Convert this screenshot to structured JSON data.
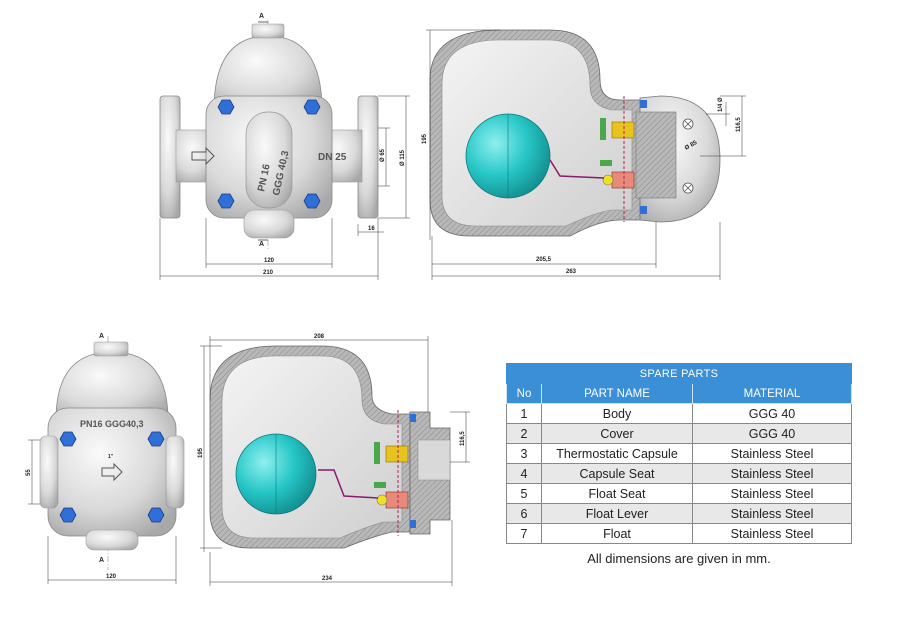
{
  "view1": {
    "section_mark_top": "A",
    "section_mark_bottom": "A",
    "body_marking_pn": "PN 16",
    "body_marking_material": "GGG 40,3",
    "body_marking_dn": "DN 25",
    "dim_flange_bore": "Ø 65",
    "dim_flange_od": "Ø 115",
    "dim_flange_thickness": "16",
    "dim_body_width": "120",
    "dim_overall_length": "210"
  },
  "view2": {
    "dim_height": "195",
    "dim_port": "1/4 Ø",
    "dim_cover_height": "116,5",
    "dim_cover_bore": "Ø 85",
    "dim_offset": "205,5",
    "dim_overall_length": "263"
  },
  "view3": {
    "section_mark_top": "A",
    "section_mark_bottom": "A",
    "body_marking": "PN16 GGG40,3",
    "dim_height": "55",
    "dim_port": "1\" ",
    "dim_width": "120"
  },
  "view4": {
    "dim_top_length": "208",
    "dim_height": "195",
    "dim_cover_height": "116,5",
    "dim_overall_length": "234"
  },
  "spare_parts": {
    "title": "SPARE PARTS",
    "columns": [
      "No",
      "PART NAME",
      "MATERIAL"
    ],
    "rows": [
      {
        "no": "1",
        "name": "Body",
        "material": "GGG 40"
      },
      {
        "no": "2",
        "name": "Cover",
        "material": "GGG 40"
      },
      {
        "no": "3",
        "name": "Thermostatic Capsule",
        "material": "Stainless Steel"
      },
      {
        "no": "4",
        "name": "Capsule Seat",
        "material": "Stainless Steel"
      },
      {
        "no": "5",
        "name": "Float Seat",
        "material": "Stainless Steel"
      },
      {
        "no": "6",
        "name": "Float Lever",
        "material": "Stainless Steel"
      },
      {
        "no": "7",
        "name": "Float",
        "material": "Stainless Steel"
      }
    ]
  },
  "footnote": "All dimensions are given in mm.",
  "colors": {
    "table_header": "#3a8fd6",
    "bolt_blue": "#2f6fd6",
    "float_cyan": "#26c6c6",
    "lever_purple": "#8a1a6e",
    "casting_grey": "#c8c8c8"
  }
}
